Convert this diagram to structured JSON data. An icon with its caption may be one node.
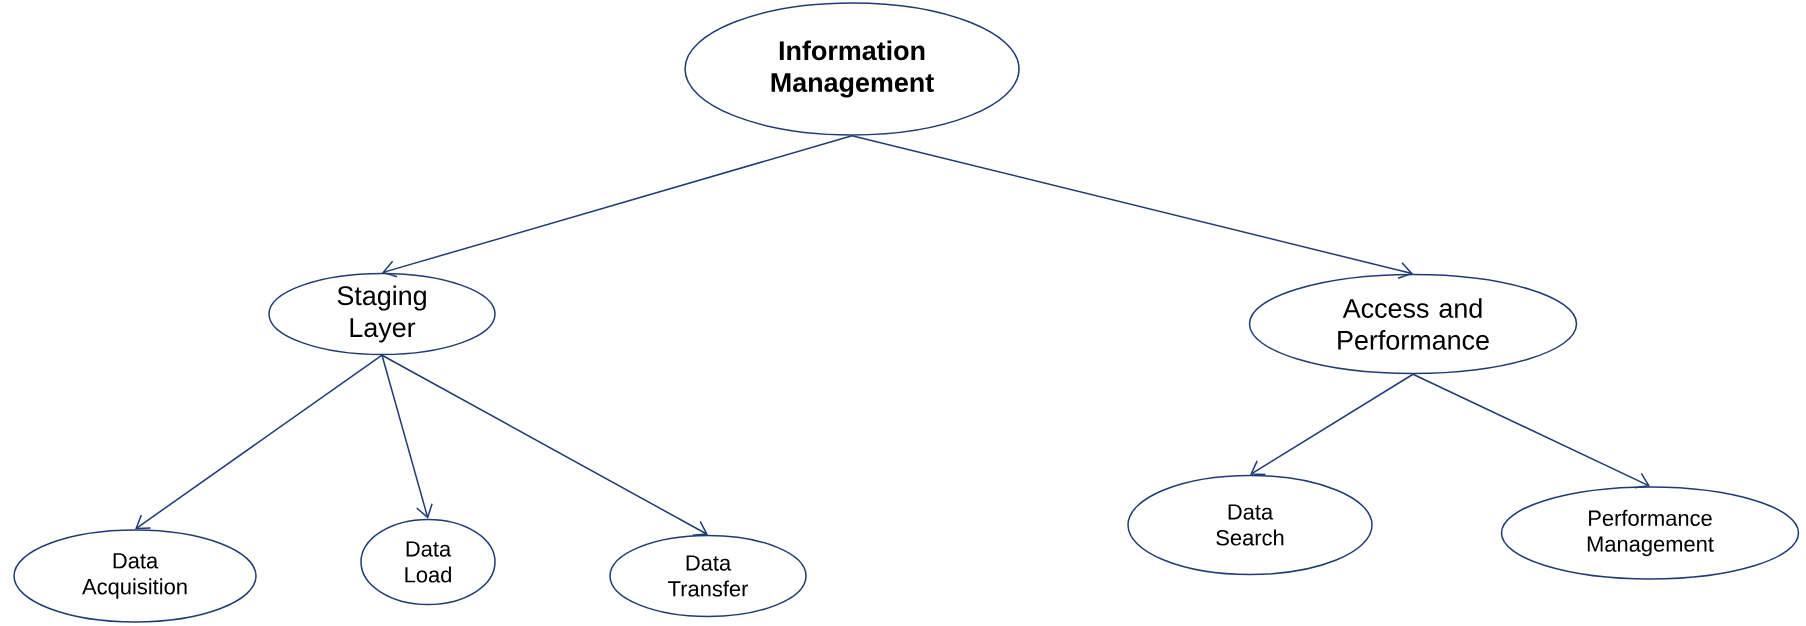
{
  "diagram": {
    "nodes": [
      {
        "text": [
          "Information Management"
        ]
      },
      {
        "text": [
          "Staging Layer"
        ]
      },
      {
        "text": [
          "Access and Performance"
        ]
      },
      {
        "text": [
          "Data Acquisition"
        ]
      },
      {
        "text": [
          "Data Load"
        ]
      },
      {
        "text": [
          "Data Transfer"
        ]
      },
      {
        "text": [
          "Data Search"
        ]
      },
      {
        "text": [
          "Performance Management"
        ]
      }
    ],
    "edges": [
      {
        "from": 0,
        "to": 1,
        "arrow": "to"
      },
      {
        "from": 0,
        "to": 2,
        "arrow": "to"
      },
      {
        "from": 1,
        "to": 3,
        "arrow": "to"
      },
      {
        "from": 1,
        "to": 4,
        "arrow": "to"
      },
      {
        "from": 1,
        "to": 5,
        "arrow": "to"
      },
      {
        "from": 2,
        "to": 6,
        "arrow": "to"
      },
      {
        "from": 2,
        "to": 7,
        "arrow": "to"
      }
    ]
  }
}
